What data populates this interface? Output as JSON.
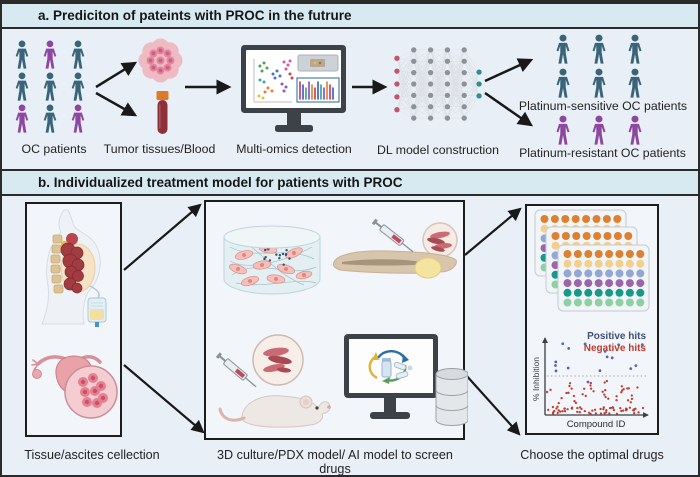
{
  "panel_a": {
    "title": "a. Prediciton of pateints with PROC in the futrure",
    "oc_label": "OC patients",
    "tumor_blood_label": "Tumor tissues/Blood",
    "omics_label": "Multi-omics detection",
    "dl_label": "DL model construction",
    "sensitive_label": "Platinum-sensitive OC patients",
    "resistant_label": "Platinum-resistant OC patients",
    "oc_grid": [
      "teal",
      "purple",
      "teal",
      "teal",
      "teal",
      "teal",
      "purple",
      "teal",
      "purple"
    ],
    "sensitive_grid": [
      "teal",
      "teal",
      "teal",
      "teal",
      "teal",
      "teal"
    ],
    "resistant_grid": [
      "purple",
      "purple",
      "purple"
    ]
  },
  "panel_b": {
    "title": "b. Individualized treatment model for patients with PROC",
    "tissue_label": "Tissue/ascites cellection",
    "model_label": "3D culture/PDX model/ AI model to screen drugs",
    "choose_label": "Choose the optimal  drugs",
    "plot": {
      "legend_positive": "Positive hits",
      "legend_negative": "Negative hits",
      "ylabel": "% Inhibition",
      "xlabel": "Compound ID"
    }
  },
  "colors": {
    "person_teal": "#39647a",
    "person_purple": "#8e47a0",
    "positive_hits": "#3d4f7c",
    "negative_hits": "#c0392b",
    "dot_positive": "#5a62b5",
    "dot_negative": "#c23b2e",
    "plate_rows": [
      "#dd8030",
      "#f3cf8b",
      "#92a7d6",
      "#9c64aa",
      "#16998a",
      "#8fcfa4"
    ],
    "nn_input": "#c25668",
    "nn_hidden": "#8d9298",
    "nn_output": "#2f8f8f",
    "header_bg": "#d7eaf1",
    "background": "#e9eff6"
  }
}
